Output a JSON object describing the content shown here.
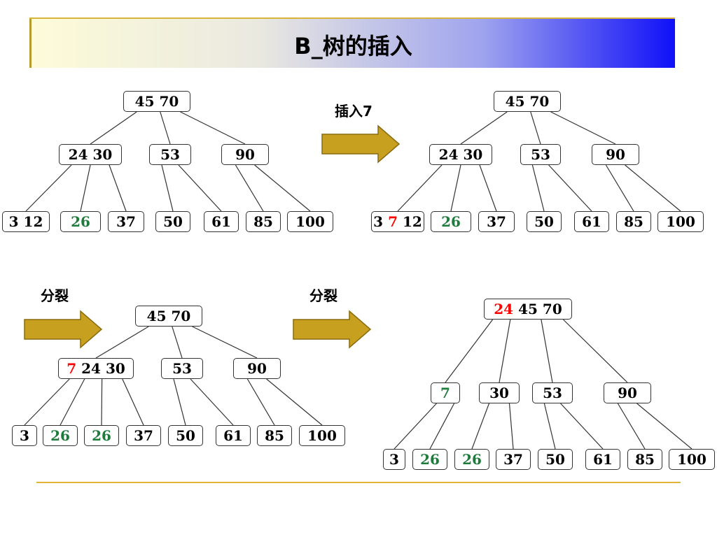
{
  "title": "B_树的插入",
  "labels": {
    "insert": "插入7",
    "split1": "分裂",
    "split2": "分裂"
  },
  "colors": {
    "red": "#ff0000",
    "green": "#1e7b3c",
    "arrow_fill": "#c8a020"
  },
  "trees": [
    {
      "id": "t1",
      "nodes": [
        {
          "id": "r",
          "parts": [
            {
              "t": "45"
            },
            {
              "t": "70"
            }
          ]
        },
        {
          "id": "a",
          "parts": [
            {
              "t": "24"
            },
            {
              "t": "30"
            }
          ]
        },
        {
          "id": "b",
          "parts": [
            {
              "t": "53"
            }
          ]
        },
        {
          "id": "c",
          "parts": [
            {
              "t": "90"
            }
          ]
        },
        {
          "id": "l1",
          "parts": [
            {
              "t": "3"
            },
            {
              "t": "12"
            }
          ]
        },
        {
          "id": "l2",
          "parts": [
            {
              "t": "26",
              "c": "green"
            }
          ]
        },
        {
          "id": "l3",
          "parts": [
            {
              "t": "37"
            }
          ]
        },
        {
          "id": "l4",
          "parts": [
            {
              "t": "50"
            }
          ]
        },
        {
          "id": "l5",
          "parts": [
            {
              "t": "61"
            }
          ]
        },
        {
          "id": "l6",
          "parts": [
            {
              "t": "85"
            }
          ]
        },
        {
          "id": "l7",
          "parts": [
            {
              "t": "100"
            }
          ]
        }
      ]
    },
    {
      "id": "t2",
      "nodes": [
        {
          "id": "r",
          "parts": [
            {
              "t": "45"
            },
            {
              "t": "70"
            }
          ]
        },
        {
          "id": "a",
          "parts": [
            {
              "t": "24"
            },
            {
              "t": "30"
            }
          ]
        },
        {
          "id": "b",
          "parts": [
            {
              "t": "53"
            }
          ]
        },
        {
          "id": "c",
          "parts": [
            {
              "t": "90"
            }
          ]
        },
        {
          "id": "l1",
          "parts": [
            {
              "t": "3"
            },
            {
              "t": "7",
              "c": "red"
            },
            {
              "t": "12"
            }
          ]
        },
        {
          "id": "l2",
          "parts": [
            {
              "t": "26",
              "c": "green"
            }
          ]
        },
        {
          "id": "l3",
          "parts": [
            {
              "t": "37"
            }
          ]
        },
        {
          "id": "l4",
          "parts": [
            {
              "t": "50"
            }
          ]
        },
        {
          "id": "l5",
          "parts": [
            {
              "t": "61"
            }
          ]
        },
        {
          "id": "l6",
          "parts": [
            {
              "t": "85"
            }
          ]
        },
        {
          "id": "l7",
          "parts": [
            {
              "t": "100"
            }
          ]
        }
      ]
    },
    {
      "id": "t3",
      "nodes": [
        {
          "id": "r",
          "parts": [
            {
              "t": "45"
            },
            {
              "t": "70"
            }
          ]
        },
        {
          "id": "a",
          "parts": [
            {
              "t": "7",
              "c": "red"
            },
            {
              "t": "24"
            },
            {
              "t": "30"
            }
          ]
        },
        {
          "id": "b",
          "parts": [
            {
              "t": "53"
            }
          ]
        },
        {
          "id": "c",
          "parts": [
            {
              "t": "90"
            }
          ]
        },
        {
          "id": "l1",
          "parts": [
            {
              "t": "3"
            }
          ]
        },
        {
          "id": "l2",
          "parts": [
            {
              "t": "26",
              "c": "green"
            }
          ]
        },
        {
          "id": "l3",
          "parts": [
            {
              "t": "26",
              "c": "green"
            }
          ]
        },
        {
          "id": "l4",
          "parts": [
            {
              "t": "37"
            }
          ]
        },
        {
          "id": "l5",
          "parts": [
            {
              "t": "50"
            }
          ]
        },
        {
          "id": "l6",
          "parts": [
            {
              "t": "61"
            }
          ]
        },
        {
          "id": "l7",
          "parts": [
            {
              "t": "85"
            }
          ]
        },
        {
          "id": "l8",
          "parts": [
            {
              "t": "100"
            }
          ]
        }
      ]
    },
    {
      "id": "t4",
      "nodes": [
        {
          "id": "r",
          "parts": [
            {
              "t": "24",
              "c": "red"
            },
            {
              "t": "45"
            },
            {
              "t": "70"
            }
          ]
        },
        {
          "id": "a",
          "parts": [
            {
              "t": "7",
              "c": "green"
            }
          ]
        },
        {
          "id": "b",
          "parts": [
            {
              "t": "30"
            }
          ]
        },
        {
          "id": "c",
          "parts": [
            {
              "t": "53"
            }
          ]
        },
        {
          "id": "d",
          "parts": [
            {
              "t": "90"
            }
          ]
        },
        {
          "id": "l1",
          "parts": [
            {
              "t": "3"
            }
          ]
        },
        {
          "id": "l2",
          "parts": [
            {
              "t": "26",
              "c": "green"
            }
          ]
        },
        {
          "id": "l3",
          "parts": [
            {
              "t": "26",
              "c": "green"
            }
          ]
        },
        {
          "id": "l4",
          "parts": [
            {
              "t": "37"
            }
          ]
        },
        {
          "id": "l5",
          "parts": [
            {
              "t": "50"
            }
          ]
        },
        {
          "id": "l6",
          "parts": [
            {
              "t": "61"
            }
          ]
        },
        {
          "id": "l7",
          "parts": [
            {
              "t": "85"
            }
          ]
        },
        {
          "id": "l8",
          "parts": [
            {
              "t": "100"
            }
          ]
        }
      ]
    }
  ]
}
